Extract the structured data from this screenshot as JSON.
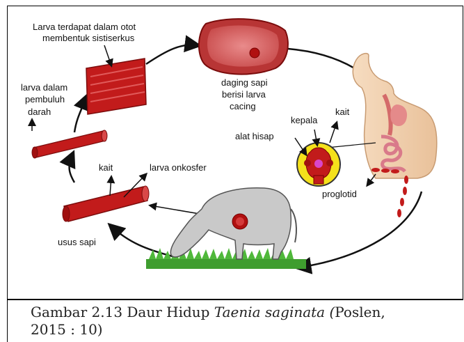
{
  "labels": {
    "larva_otot_1": "Larva terdapat dalam otot",
    "larva_otot_2": "membentuk sistiserkus",
    "daging_1": "daging sapi",
    "daging_2": "berisi larva",
    "daging_3": "cacing",
    "larva_darah_1": "larva dalam",
    "larva_darah_2": "pembuluh",
    "larva_darah_3": "darah",
    "kait_head": "kait",
    "kepala": "kepala",
    "alat_hisap": "alat hisap",
    "proglotid": "proglotid",
    "kait_intestine": "kait",
    "larva_onkosfer": "larva onkosfer",
    "usus_sapi": "usus sapi"
  },
  "caption": {
    "prefix": "Gambar 2.13 Daur Hidup ",
    "italic": "Taenia saginata (",
    "suffix": "Poslen, 2015 : 10)"
  }
}
